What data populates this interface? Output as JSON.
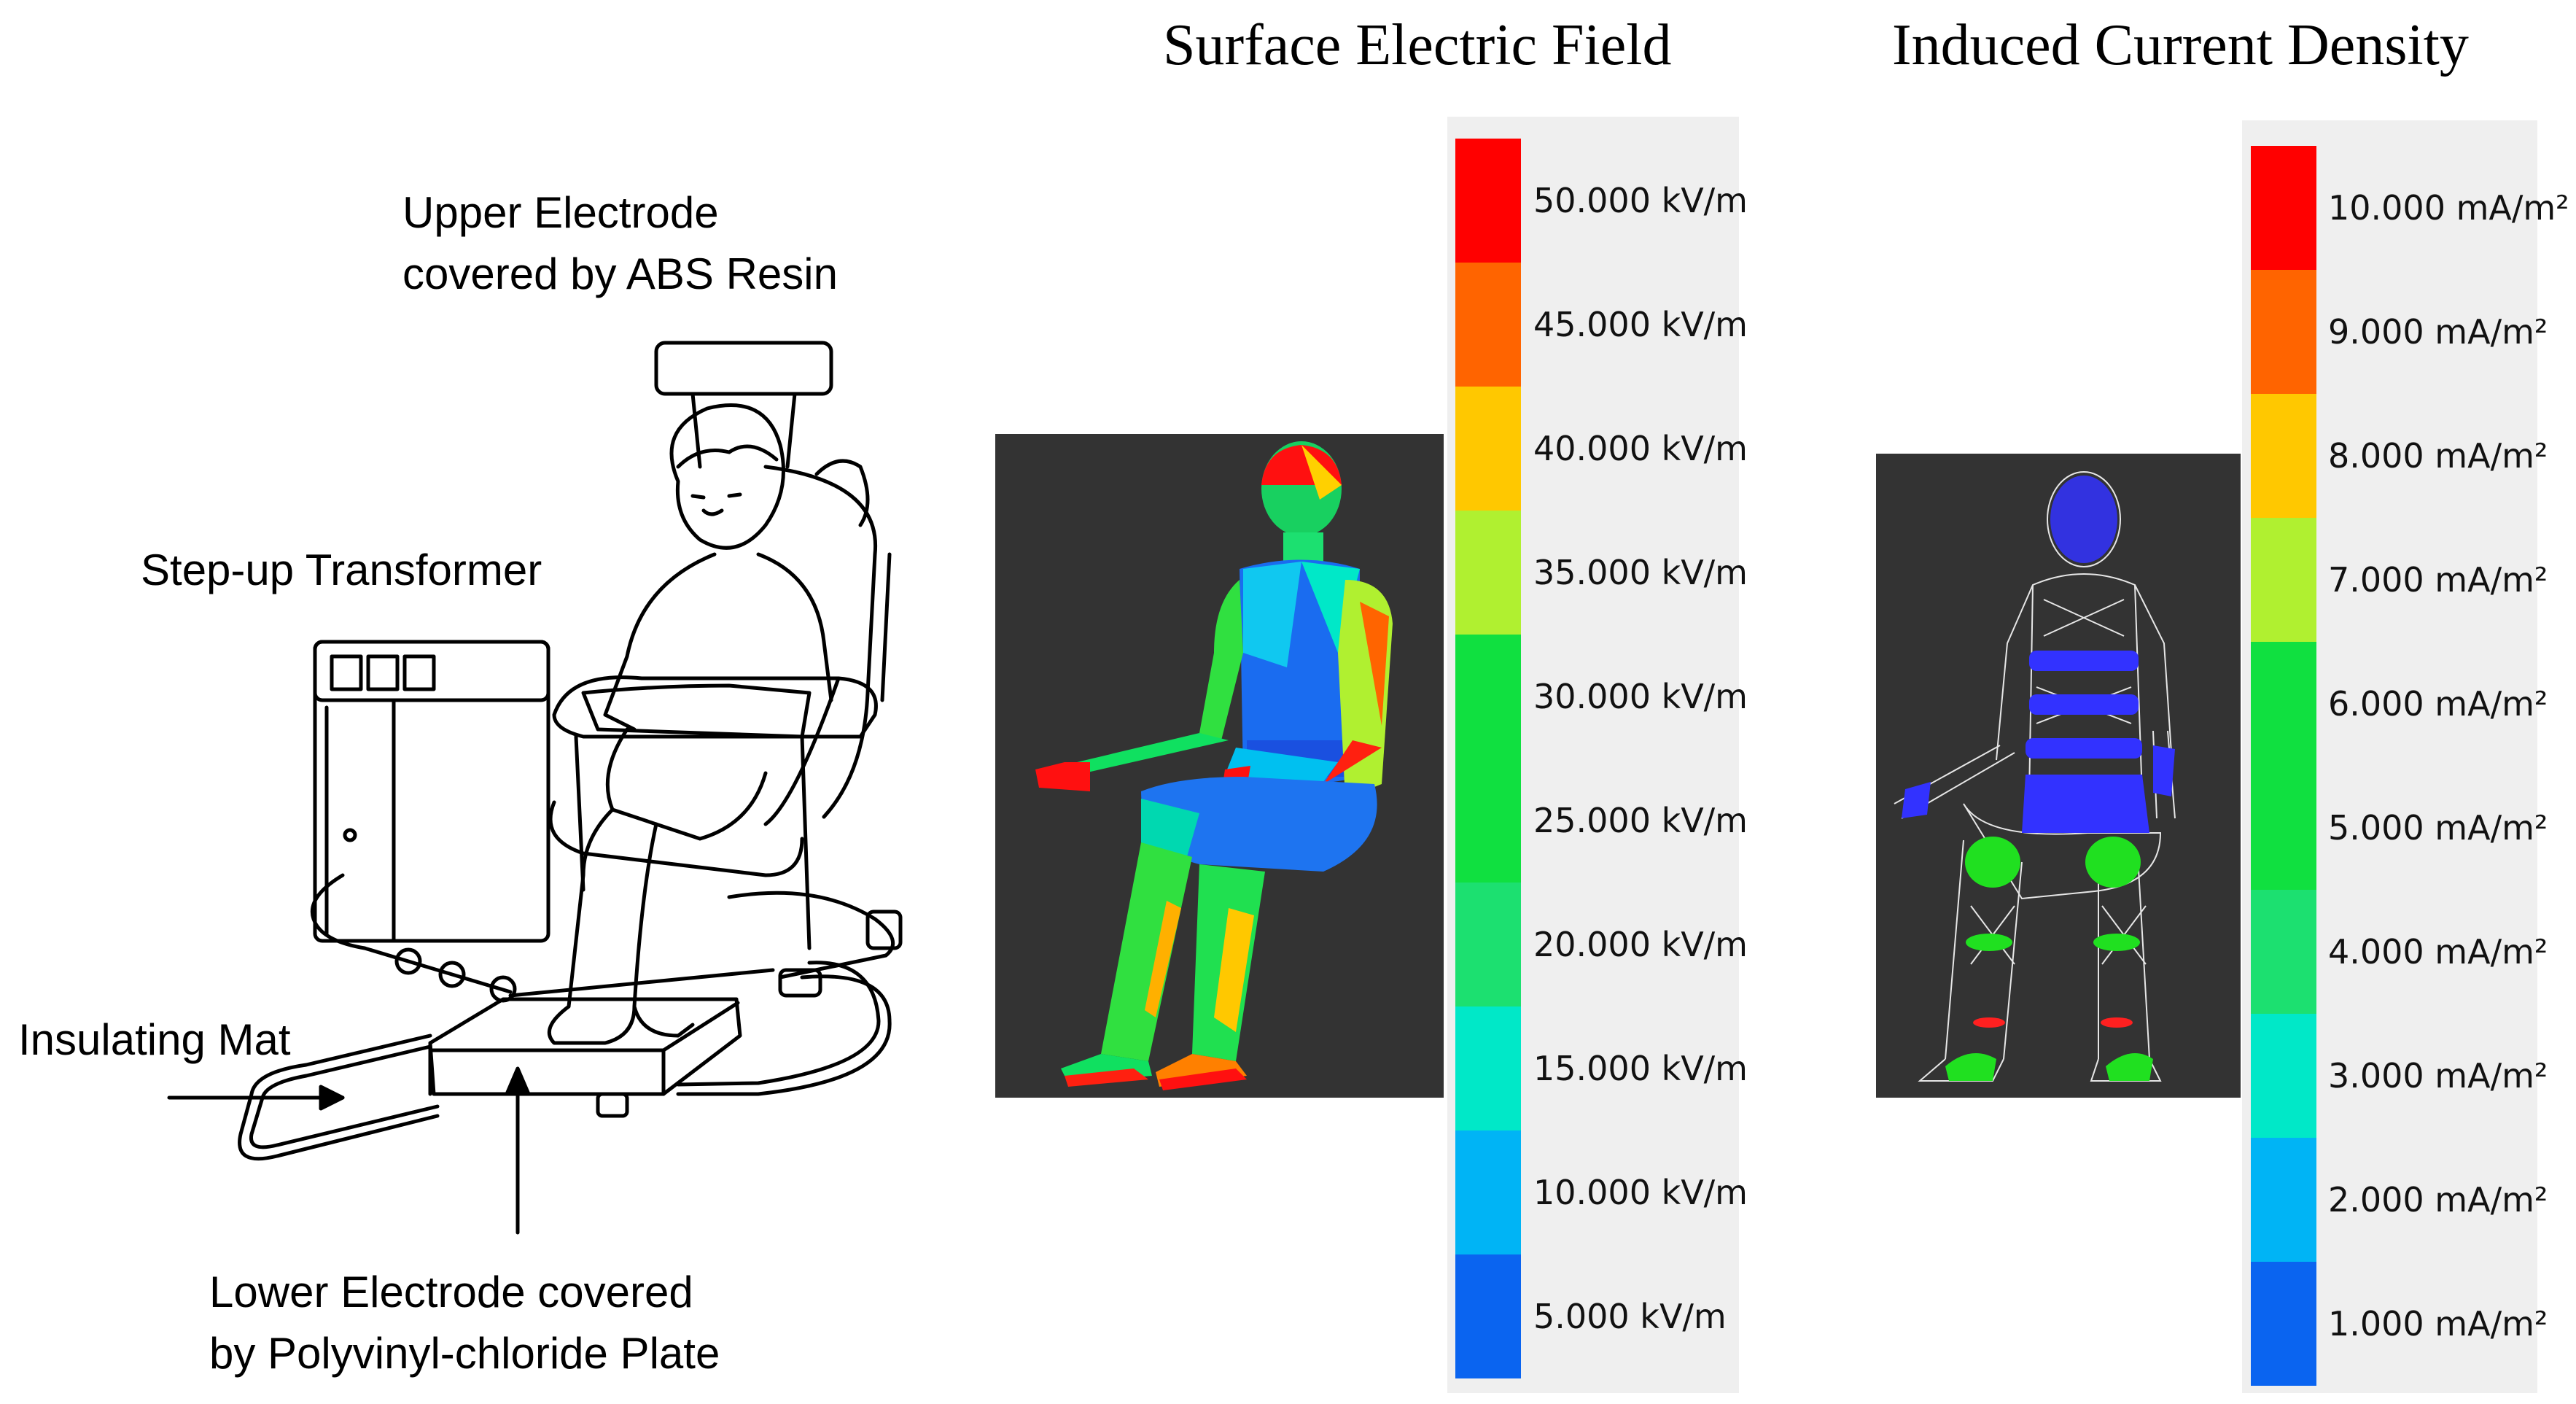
{
  "colors": {
    "scale": [
      "#0a64f0",
      "#00b4f5",
      "#00e8c8",
      "#1ce070",
      "#10e040",
      "#10e040",
      "#b0f030",
      "#ffc800",
      "#ff6400",
      "#ff0000"
    ],
    "model_background": "#333333",
    "legend_background": "#efefef",
    "mesh_blue": "#3232ff",
    "mesh_green": "#20e020"
  },
  "illustration": {
    "upper_electrode_label": "Upper Electrode\ncovered by ABS Resin",
    "step_up_label": "Step-up Transformer",
    "insulating_mat_label": "Insulating Mat",
    "lower_electrode_label": "Lower Electrode covered\nby Polyvinyl-chloride Plate"
  },
  "surface_field": {
    "title": "Surface Electric Field",
    "legend": [
      "50.000 kV/m",
      "45.000 kV/m",
      "40.000 kV/m",
      "35.000 kV/m",
      "30.000 kV/m",
      "25.000 kV/m",
      "20.000 kV/m",
      "15.000 kV/m",
      "10.000 kV/m",
      "5.000 kV/m"
    ]
  },
  "current_density": {
    "title": "Induced Current Density",
    "legend": [
      "10.000 mA/m²",
      "9.000 mA/m²",
      "8.000 mA/m²",
      "7.000 mA/m²",
      "6.000 mA/m²",
      "5.000 mA/m²",
      "4.000 mA/m²",
      "3.000 mA/m²",
      "2.000 mA/m²",
      "1.000 mA/m²"
    ]
  }
}
